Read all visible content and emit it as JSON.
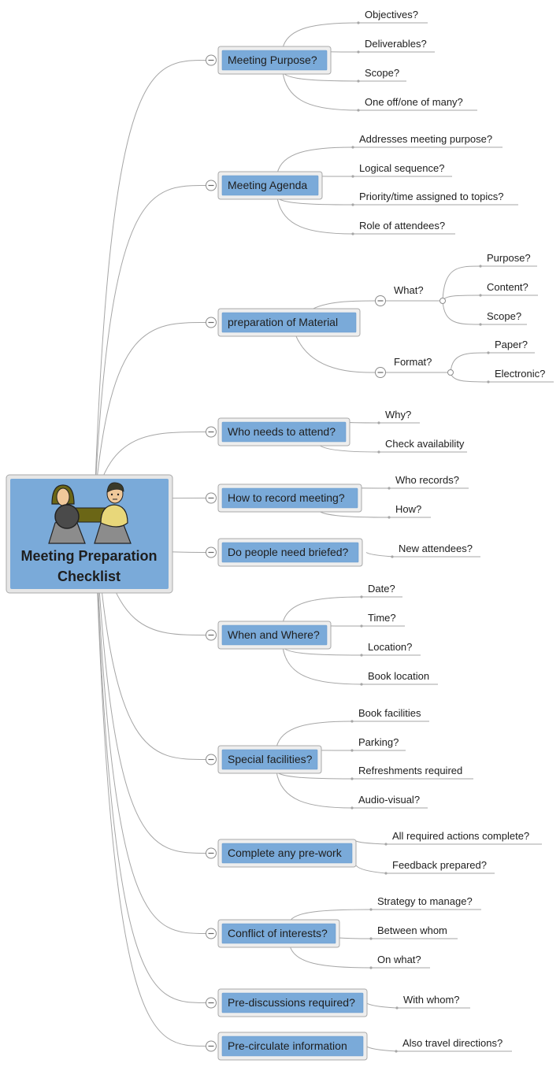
{
  "colors": {
    "branch_fill": "#7aaad9",
    "central_fill": "#7aaad9",
    "connector": "#a6a6a6"
  },
  "central": {
    "title_line1": "Meeting Preparation",
    "title_line2": "Checklist",
    "icon": "meeting-people-icon"
  },
  "branches": [
    {
      "label": "Meeting Purpose?",
      "children": [
        "Objectives?",
        "Deliverables?",
        "Scope?",
        "One off/one of many?"
      ]
    },
    {
      "label": "Meeting Agenda",
      "children": [
        "Addresses meeting purpose?",
        "Logical sequence?",
        "Priority/time assigned to topics?",
        "Role of attendees?"
      ]
    },
    {
      "label": "preparation of Material",
      "subgroups": [
        {
          "label": "What?",
          "children": [
            "Purpose?",
            "Content?",
            "Scope?"
          ]
        },
        {
          "label": "Format?",
          "children": [
            "Paper?",
            "Electronic?"
          ]
        }
      ]
    },
    {
      "label": "Who needs to attend?",
      "children": [
        "Why?",
        "Check availability"
      ]
    },
    {
      "label": "How to record meeting?",
      "children": [
        "Who records?",
        "How?"
      ]
    },
    {
      "label": "Do people need briefed?",
      "children": [
        "New attendees?"
      ]
    },
    {
      "label": "When and Where?",
      "children": [
        "Date?",
        "Time?",
        "Location?",
        "Book location"
      ]
    },
    {
      "label": "Special facilities?",
      "children": [
        "Book facilities",
        "Parking?",
        "Refreshments required",
        "Audio-visual?"
      ]
    },
    {
      "label": "Complete any pre-work",
      "children": [
        "All required actions complete?",
        "Feedback prepared?"
      ]
    },
    {
      "label": "Conflict of interests?",
      "children": [
        "Strategy to manage?",
        "Between whom",
        "On what?"
      ]
    },
    {
      "label": "Pre-discussions required?",
      "children": [
        "With whom?"
      ]
    },
    {
      "label": "Pre-circulate information",
      "children": [
        "Also travel directions?"
      ]
    }
  ]
}
